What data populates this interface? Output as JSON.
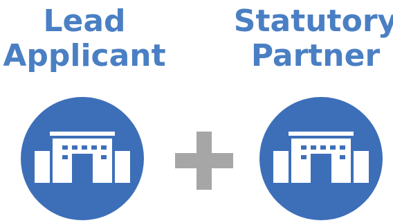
{
  "left_role": {
    "line1": "Lead",
    "line2": "Applicant",
    "icon": "building-icon"
  },
  "right_role": {
    "line1": "Statutory",
    "line2": "Partner",
    "icon": "building-icon"
  },
  "connector_icon": "plus-icon",
  "colors": {
    "label_text": "#4a7fc3",
    "circle_fill": "#3d6fb9",
    "building_fill": "#ffffff",
    "plus_fill": "#a6a6a6"
  }
}
